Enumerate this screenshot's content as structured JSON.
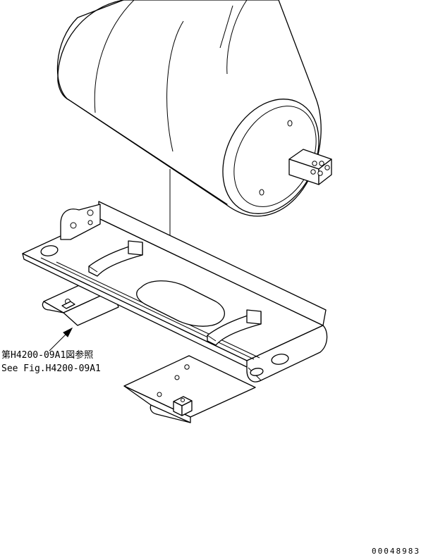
{
  "reference": {
    "japanese": "第H4200-09A1図参照",
    "english": "See Fig.H4200-09A1"
  },
  "drawing_number": "00048983",
  "parts": {
    "tank": "cylindrical-tank",
    "bracket": "mounting-bracket",
    "connector": "hose-connector-block"
  },
  "colors": {
    "ink": "#000000",
    "paper": "#ffffff"
  }
}
